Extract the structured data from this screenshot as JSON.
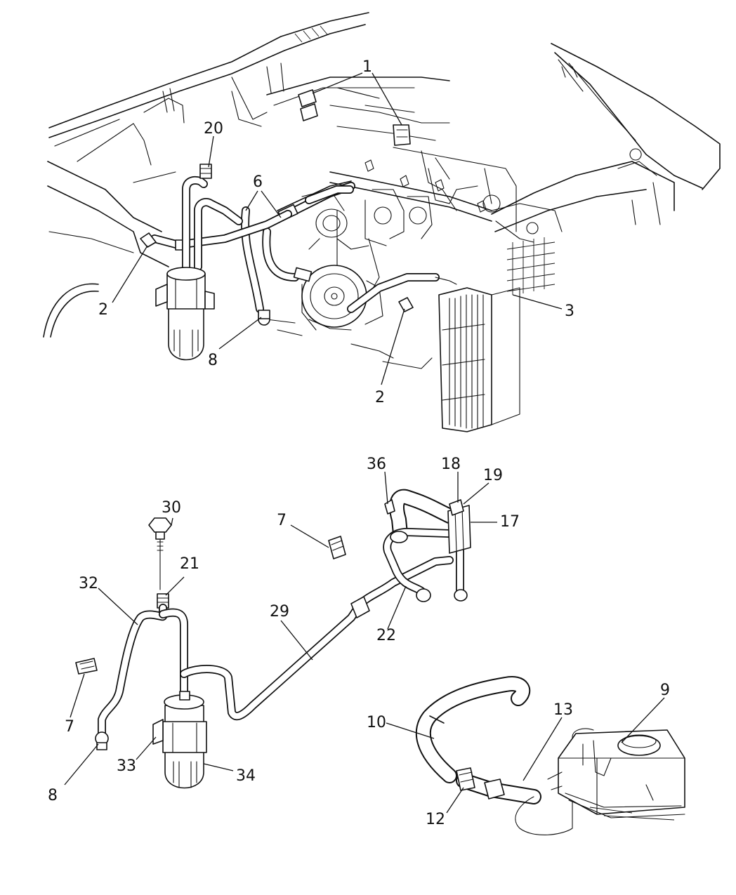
{
  "callouts": {
    "c1": "1",
    "c2a": "2",
    "c2b": "2",
    "c3": "3",
    "c6": "6",
    "c8a": "8",
    "c20": "20",
    "c36": "36",
    "c18": "18",
    "c19": "19",
    "c17": "17",
    "c7a": "7",
    "c30": "30",
    "c21": "21",
    "c32": "32",
    "c29": "29",
    "c22": "22",
    "c7b": "7",
    "c8b": "8",
    "c33": "33",
    "c34": "34",
    "c10": "10",
    "c13": "13",
    "c9": "9",
    "c12": "12"
  },
  "icons": {
    "receiver_drier": "receiver-drier-icon",
    "compressor": "compressor-icon",
    "condenser": "condenser-icon",
    "clip": "clip-icon",
    "bolt": "bolt-icon",
    "coolant_reservoir": "reservoir-icon"
  }
}
